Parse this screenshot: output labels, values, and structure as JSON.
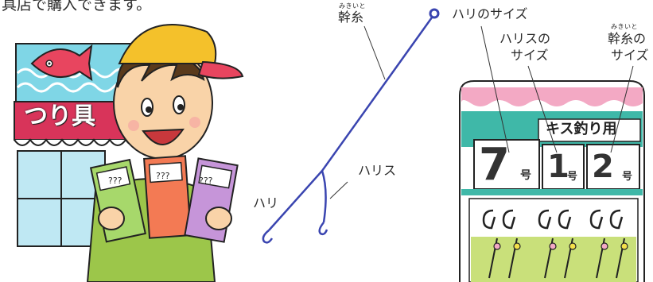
{
  "header_text": "具店で購入できます。",
  "shop": {
    "sign_text": "つり具",
    "pkg_marks": [
      "???",
      "???",
      "???"
    ]
  },
  "rig": {
    "mikiito_ruby": "みきいと",
    "mikiito_label": "幹糸",
    "harisu_label": "ハリス",
    "hari_label": "ハリ"
  },
  "callouts": {
    "hook_size": "ハリのサイズ",
    "harisu_size_line1": "ハリスの",
    "harisu_size_line2": "サイズ",
    "mikiito_ruby": "みきいと",
    "mikiito_size_line1": "幹糸の",
    "mikiito_size_line2": "サイズ"
  },
  "package": {
    "title": "キス釣り用",
    "sizes": [
      {
        "num": "7",
        "unit": "号"
      },
      {
        "num": "1",
        "unit": "号"
      },
      {
        "num": "2",
        "unit": "号"
      }
    ]
  },
  "colors": {
    "line_blue": "#3a45b0",
    "pkg_teal": "#3fb8a8",
    "pkg_pink": "#f3a9c4",
    "pkg_green": "#c9e07a",
    "shop_red": "#d8345a",
    "shop_sky": "#7fd6e6",
    "cap_yellow": "#f4c12b",
    "shirt_green": "#9cc64a"
  }
}
